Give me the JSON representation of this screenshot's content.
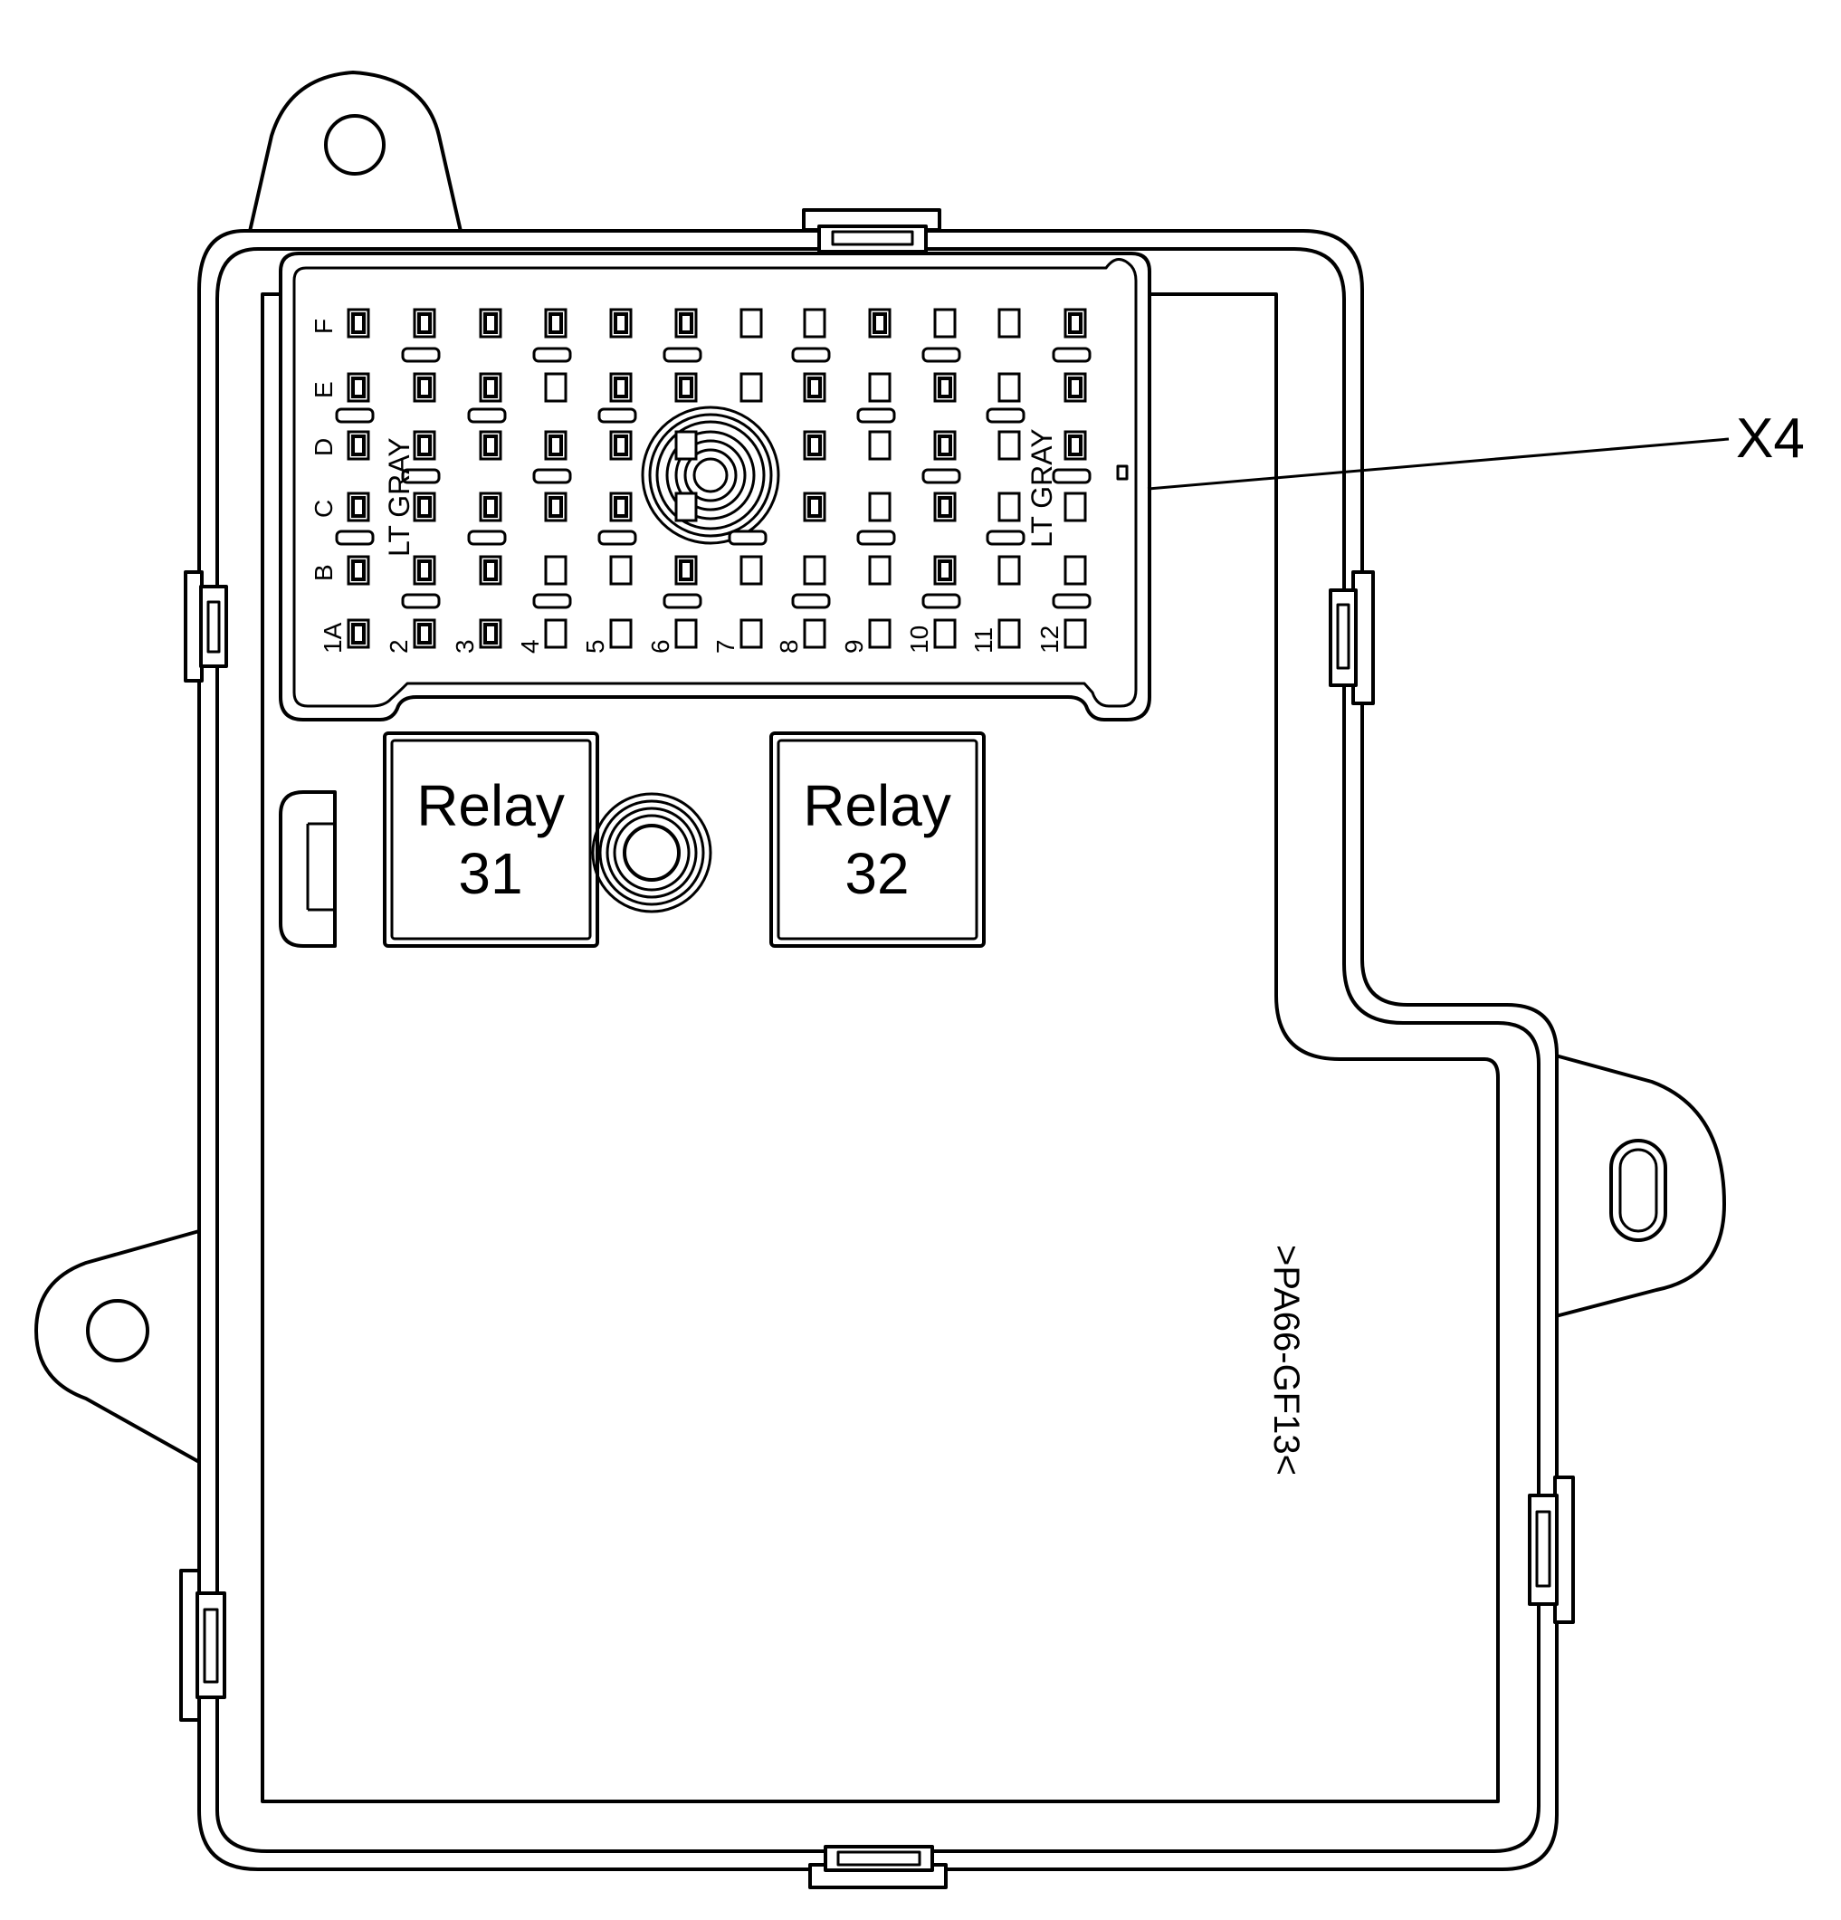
{
  "callout": {
    "connector": "X4"
  },
  "relays": [
    {
      "word": "Relay",
      "number": "31"
    },
    {
      "word": "Relay",
      "number": "32"
    }
  ],
  "connector": {
    "columns": [
      "1A",
      "2",
      "3",
      "4",
      "5",
      "6",
      "7",
      "8",
      "9",
      "10",
      "11",
      "12"
    ],
    "rows": [
      "F",
      "E",
      "D",
      "C",
      "B"
    ],
    "color_label": "LT GRAY"
  },
  "material_marking": ">PA66-GF13<"
}
